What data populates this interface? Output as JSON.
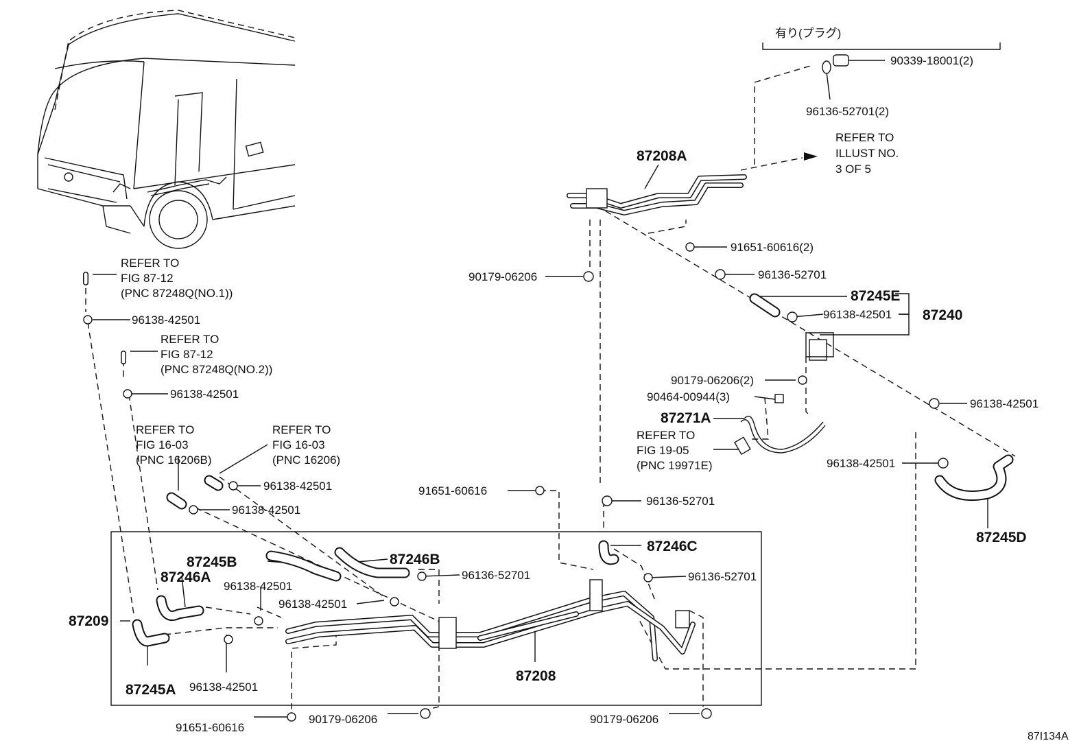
{
  "labels": {
    "plug_header": "有り(プラグ)",
    "p90339": "90339-18001(2)",
    "p96136_2": "96136-52701(2)",
    "refer_illust_1": "REFER TO",
    "refer_illust_2": "ILLUST NO.",
    "refer_illust_3": "3 OF 5",
    "p87208A": "87208A",
    "p91651_2": "91651-60616(2)",
    "p90179_top": "90179-06206",
    "p96136_mid": "96136-52701",
    "p87245E": "87245E",
    "p96138_mid": "96138-42501",
    "p87240": "87240",
    "p90179_2": "90179-06206(2)",
    "p90464": "90464-00944(3)",
    "p87271A": "87271A",
    "refer_fig19_1": "REFER TO",
    "refer_fig19_2": "FIG 19-05",
    "refer_fig19_3": "(PNC 19971E)",
    "p96138_right": "96138-42501",
    "p96138_right2": "96138-42501",
    "p87245D": "87245D",
    "refer_fig87_1a": "REFER TO",
    "refer_fig87_1b": "FIG 87-12",
    "refer_fig87_1c": "(PNC 87248Q(NO.1))",
    "p96138_l1": "96138-42501",
    "refer_fig87_2a": "REFER TO",
    "refer_fig87_2b": "FIG 87-12",
    "refer_fig87_2c": "(PNC 87248Q(NO.2))",
    "p96138_l2": "96138-42501",
    "refer_fig16a_1": "REFER TO",
    "refer_fig16a_2": "FIG 16-03",
    "refer_fig16a_3": "(PNC 16206B)",
    "refer_fig16b_1": "REFER TO",
    "refer_fig16b_2": "FIG 16-03",
    "refer_fig16b_3": "(PNC 16206)",
    "p96138_l3": "96138-42501",
    "p96138_l4": "96138-42501",
    "p91651_mid": "91651-60616",
    "p96136_c": "96136-52701",
    "p87246C": "87246C",
    "p96136_c2": "96136-52701",
    "p87245B": "87245B",
    "p87246B": "87246B",
    "p96136_b": "96136-52701",
    "p87246A": "87246A",
    "p96138_b1": "96138-42501",
    "p96138_b2": "96138-42501",
    "p87209": "87209",
    "p87208": "87208",
    "p87245A": "87245A",
    "p96138_b3": "96138-42501",
    "p91651_bot": "91651-60616",
    "p90179_bot1": "90179-06206",
    "p90179_bot2": "90179-06206",
    "figure_code": "87I134A"
  }
}
